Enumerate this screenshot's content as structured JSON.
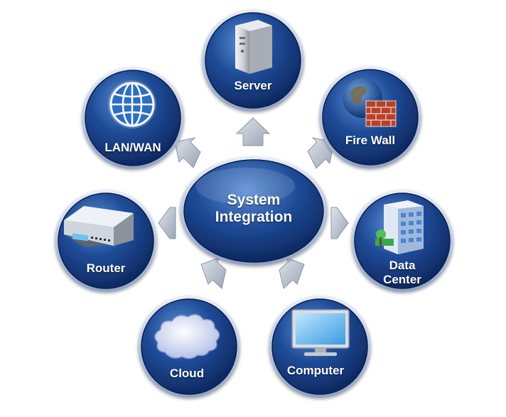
{
  "diagram": {
    "center": {
      "line1": "System",
      "line2": "Integration"
    },
    "nodes": {
      "server": {
        "label": "Server"
      },
      "firewall": {
        "label": "Fire Wall"
      },
      "datacenter": {
        "line1": "Data",
        "line2": "Center"
      },
      "computer": {
        "label": "Computer"
      },
      "cloud": {
        "label": "Cloud"
      },
      "router": {
        "label": "Router"
      },
      "lanwan": {
        "label": "LAN/WAN"
      }
    },
    "colors": {
      "circle_light": "#4a7fc4",
      "circle_dark": "#0e2a63",
      "ring": "#1a3f82",
      "arrow": "#b9c1cf",
      "label": "#ffffff"
    },
    "icons": [
      "server-tower-icon",
      "globe-brick-wall-icon",
      "office-building-icon",
      "monitor-icon",
      "cloud-icon",
      "router-device-icon",
      "globe-network-icon"
    ]
  }
}
